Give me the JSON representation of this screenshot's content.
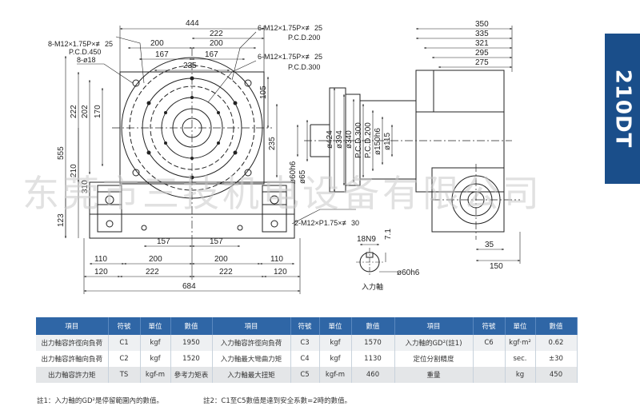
{
  "model": "210DT",
  "watermark": "东莞市三技机电设备有限公司",
  "front_view": {
    "dims_top": [
      "444",
      "222",
      "200",
      "200",
      "167",
      "167",
      "235"
    ],
    "dims_left": [
      "555",
      "222",
      "202",
      "170",
      "210",
      "310",
      "123"
    ],
    "dims_right": [
      "105",
      "235"
    ],
    "dims_bottom": [
      "157",
      "157",
      "110",
      "200",
      "200",
      "110",
      "120",
      "222",
      "222",
      "120",
      "684"
    ],
    "callouts": [
      "8-M12×1.75P×≢ 25",
      "P.C.D.450",
      "8-ø18",
      "6-M12×1.75P×≢ 25",
      "P.C.D.200",
      "6-M12×1.75P×≢ 25",
      "P.C.D.300"
    ]
  },
  "side_view": {
    "dims_top": [
      "350",
      "335",
      "321",
      "295",
      "275"
    ],
    "dims_dia": [
      "ø424",
      "ø394",
      "ø340",
      "P.C.D.300",
      "P.C.D.200",
      "ø150h6",
      "ø115"
    ],
    "dims_shaft": [
      "ø60h6",
      "ø65"
    ],
    "callout": "2-M12×P1.75×≢ 30",
    "dims_right": [
      "35",
      "150"
    ]
  },
  "input_shaft": {
    "labels": [
      "18N9",
      "7.1",
      "ø60h6"
    ],
    "caption": "入力軸"
  },
  "table": {
    "headers": [
      "項目",
      "符號",
      "單位",
      "數值",
      "項目",
      "符號",
      "單位",
      "數值",
      "項目",
      "符號",
      "單位",
      "數值"
    ],
    "rows": [
      [
        "出力軸容許徑向負荷",
        "C1",
        "kgf",
        "1950",
        "入力軸容許徑向負荷",
        "C3",
        "kgf",
        "1570",
        "入力軸的GD²(註1)",
        "C6",
        "kgf·m²",
        "0.62"
      ],
      [
        "出力軸容許軸向負荷",
        "C2",
        "kgf",
        "1520",
        "入力軸最大彎曲力矩",
        "C4",
        "kgf",
        "1130",
        "定位分割精度",
        "",
        "sec.",
        "±30"
      ],
      [
        "出力軸容許力矩",
        "TS",
        "kgf-m",
        "參考力矩表",
        "入力軸最大扭矩",
        "C5",
        "kgf-m",
        "460",
        "重量",
        "",
        "kg",
        "450"
      ]
    ]
  },
  "footnotes": {
    "note1": "註1：入力軸的GD²是停留範圍內的數值。",
    "note2": "註2：C1至C5數值是達到安全系數=2時的數值。"
  },
  "colors": {
    "header_blue": "#2f66a6",
    "tag_blue": "#1a4e8a",
    "line": "#222222",
    "watermark": "#c9c9c9"
  }
}
